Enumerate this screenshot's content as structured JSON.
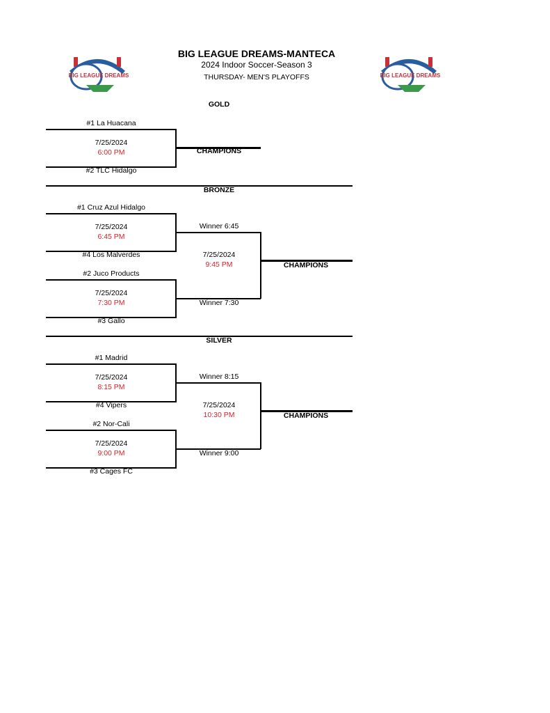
{
  "header": {
    "title": "BIG LEAGUE DREAMS-MANTECA",
    "subtitle": "2024 Indoor Soccer-Season 3",
    "event": "THURSDAY- MEN'S PLAYOFFS",
    "logo_text": "BIG LEAGUE DREAMS"
  },
  "gold": {
    "label": "GOLD",
    "team1": "#1 La Huacana",
    "team2": "#2 TLC Hidalgo",
    "date": "7/25/2024",
    "time": "6:00 PM",
    "champions": "CHAMPIONS"
  },
  "bronze": {
    "label": "BRONZE",
    "m1": {
      "team1": "#1 Cruz Azul Hidalgo",
      "team2": "#4 Los Malverdes",
      "date": "7/25/2024",
      "time": "6:45 PM"
    },
    "m2": {
      "team1": "#2 Juco Products",
      "team2": "#3 Gallo",
      "date": "7/25/2024",
      "time": "7:30 PM"
    },
    "final": {
      "winner1": "Winner 6:45",
      "winner2": "Winner 7:30",
      "date": "7/25/2024",
      "time": "9:45 PM"
    },
    "champions": "CHAMPIONS"
  },
  "silver": {
    "label": "SILVER",
    "m1": {
      "team1": "#1 Madrid",
      "team2": "#4 Vipers",
      "date": "7/25/2024",
      "time": "8:15 PM"
    },
    "m2": {
      "team1": "#2 Nor-Cali",
      "team2": "#3 Cages FC",
      "date": "7/25/2024",
      "time": "9:00 PM"
    },
    "final": {
      "winner1": "Winner 8:15",
      "winner2": "Winner 9:00",
      "date": "7/25/2024",
      "time": "10:30 PM"
    },
    "champions": "CHAMPIONS"
  },
  "colors": {
    "time": "#d8222a"
  }
}
